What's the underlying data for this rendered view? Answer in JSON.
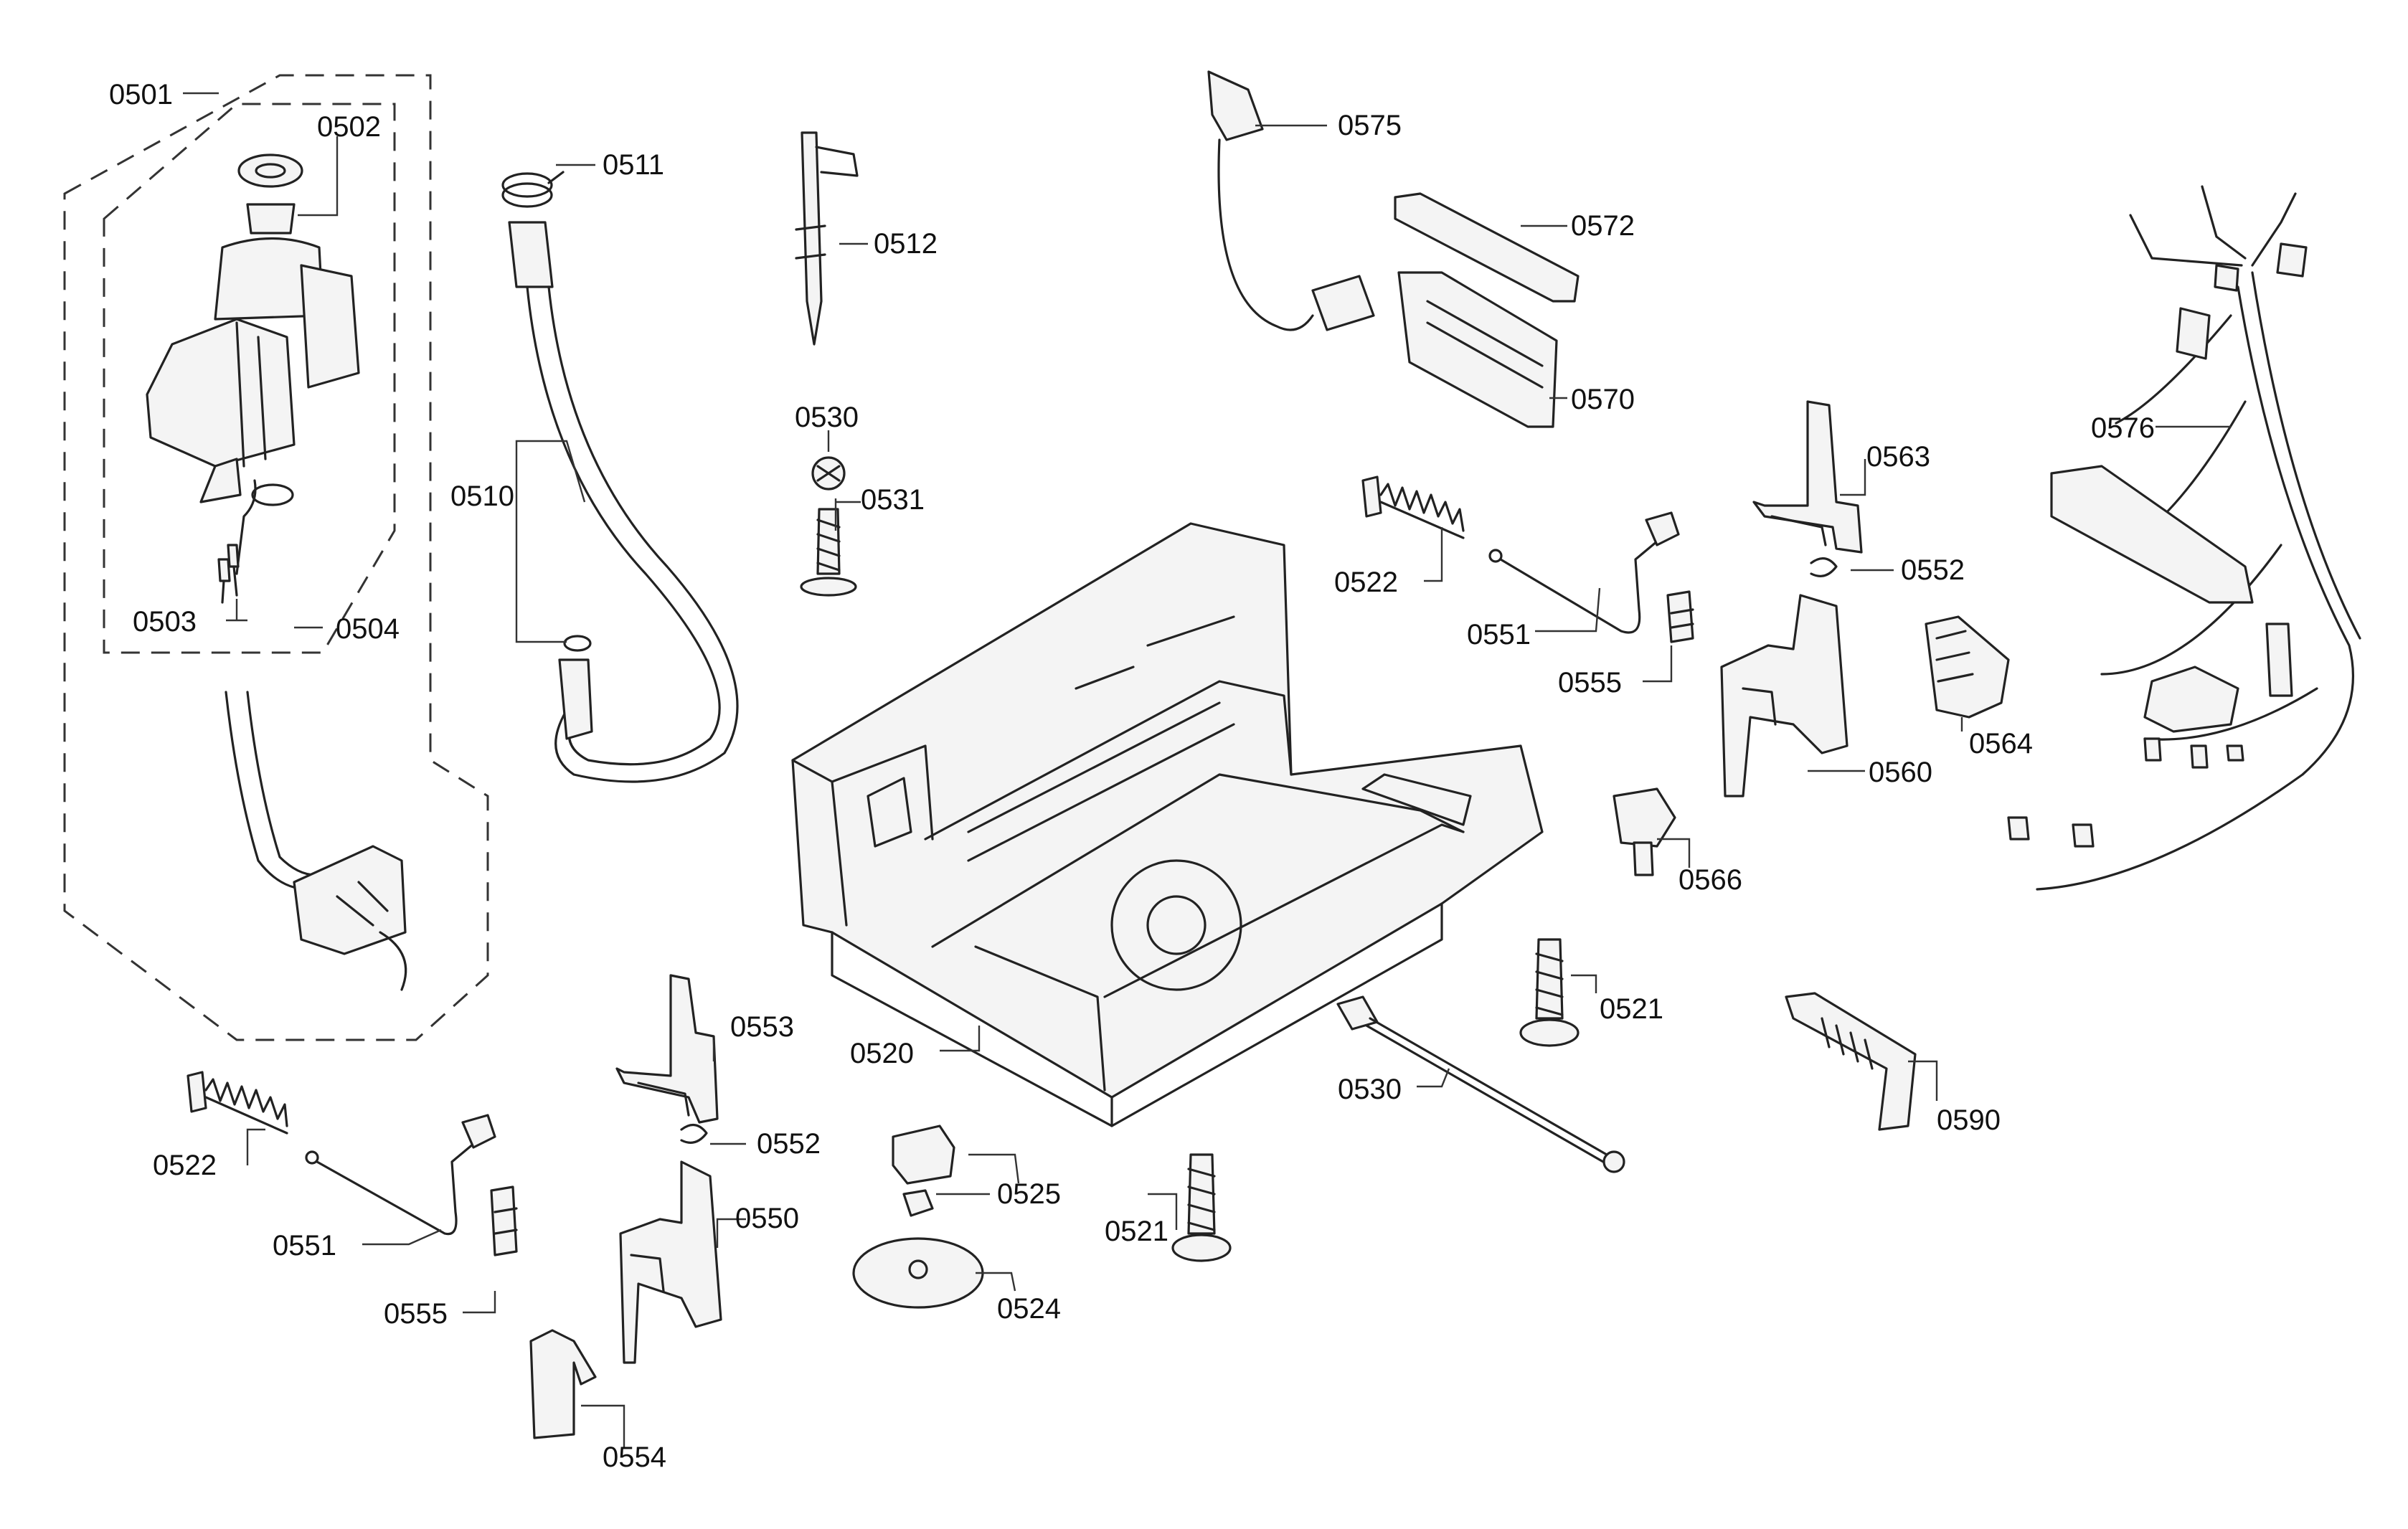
{
  "labels": {
    "l0501": "0501",
    "l0502": "0502",
    "l0503": "0503",
    "l0504": "0504",
    "l0510": "0510",
    "l0511": "0511",
    "l0512": "0512",
    "l0530a": "0530",
    "l0531": "0531",
    "l0575": "0575",
    "l0572": "0572",
    "l0570": "0570",
    "l0576": "0576",
    "l0563": "0563",
    "l0522a": "0522",
    "l0552a": "0552",
    "l0551a": "0551",
    "l0555a": "0555",
    "l0564": "0564",
    "l0560": "0560",
    "l0566": "0566",
    "l0521a": "0521",
    "l0520": "0520",
    "l0553": "0553",
    "l0552b": "0552",
    "l0522b": "0522",
    "l0551b": "0551",
    "l0555b": "0555",
    "l0550": "0550",
    "l0554": "0554",
    "l0525": "0525",
    "l0524": "0524",
    "l0521b": "0521",
    "l0530b": "0530",
    "l0590": "0590"
  }
}
